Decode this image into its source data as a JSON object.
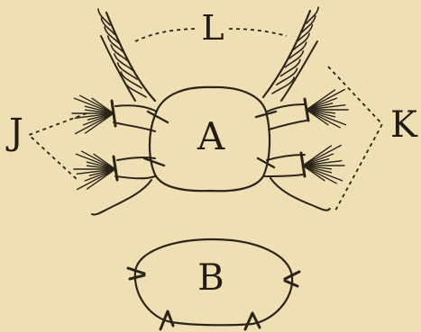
{
  "labels": {
    "body_a": "A",
    "body_b": "B",
    "appendage_j": "J",
    "appendage_k": "K",
    "appendage_l": "L"
  },
  "colors": {
    "paper": "#eedfb4",
    "ink": "#2b2418"
  }
}
